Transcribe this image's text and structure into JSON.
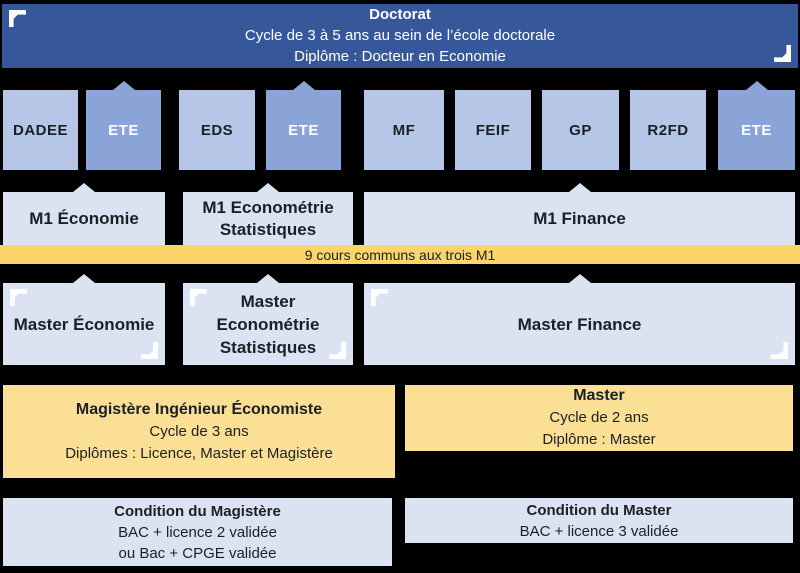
{
  "colors": {
    "background": "#000000",
    "header_blue": "#36589B",
    "ete_blue": "#8AA4D8",
    "light_blue": "#B6C6E7",
    "lavender": "#DBE2F2",
    "strip_gold": "#FBD56A",
    "program_yellow": "#FBDF94",
    "text_dark": "#1B2026",
    "text_white": "#FFFFFF"
  },
  "header": {
    "title": "Doctorat",
    "subtitle_lines": [
      "Cycle de 3 à 5 ans au sein de l’école doctorale",
      "Diplôme : Docteur en Economie"
    ]
  },
  "specializations": [
    {
      "label": "DADEE"
    },
    {
      "label": "ETE"
    },
    {
      "label": "EDS"
    },
    {
      "label": "ETE"
    },
    {
      "label": "MF"
    },
    {
      "label": "FEIF"
    },
    {
      "label": "GP"
    },
    {
      "label": "R2FD"
    },
    {
      "label": "ETE"
    }
  ],
  "m1_row": [
    {
      "label": [
        "M1 Économie"
      ]
    },
    {
      "label": [
        "M1 Econométrie",
        "Statistiques"
      ]
    },
    {
      "label": [
        "M1 Finance"
      ]
    }
  ],
  "common_strip": {
    "label": "9 cours communs aux trois M1"
  },
  "master_row": [
    {
      "label": [
        "Master Économie"
      ]
    },
    {
      "label": [
        "Master",
        "Econométrie",
        "Statistiques"
      ]
    },
    {
      "label": [
        "Master Finance"
      ]
    }
  ],
  "magistere": {
    "title": "Magistère Ingénieur Économiste",
    "lines": [
      "Cycle de 3 ans",
      "Diplômes : Licence, Master et Magistère"
    ]
  },
  "master_program": {
    "title": "Master",
    "lines": [
      "Cycle de 2 ans",
      "Diplôme : Master"
    ]
  },
  "condition_magistere": {
    "title": "Condition du Magistère",
    "lines": [
      "BAC + licence 2 validée",
      "ou Bac + CPGE validée"
    ]
  },
  "condition_master": {
    "title": "Condition du Master",
    "lines": [
      "BAC + licence 3 validée"
    ]
  }
}
